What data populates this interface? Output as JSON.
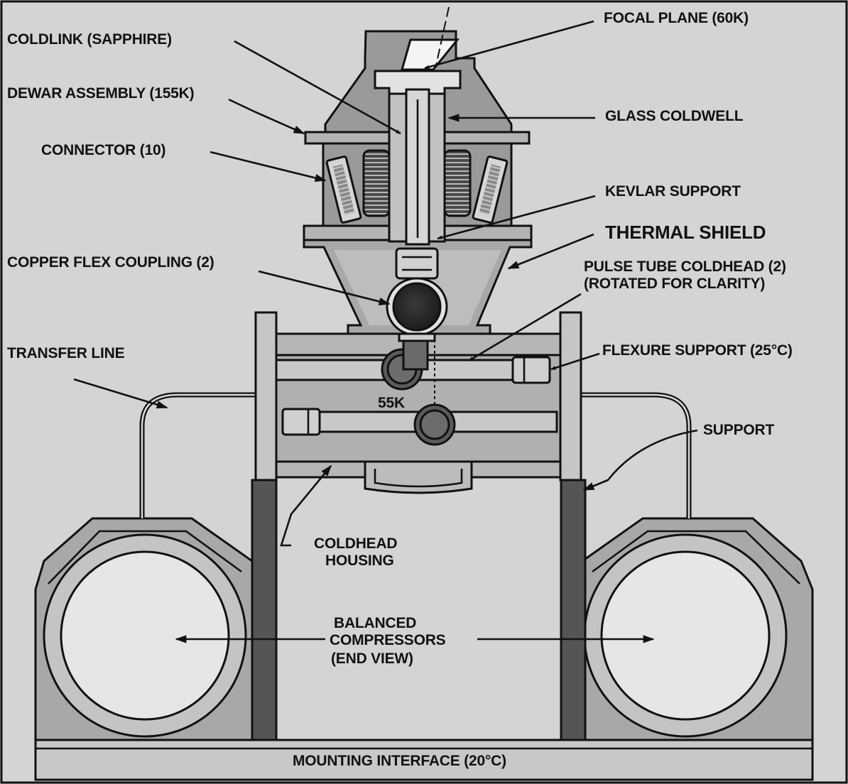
{
  "colors": {
    "background": "#d4d4d4",
    "outline": "#111111",
    "light_metal": "#cfcfcf",
    "mid_metal": "#9c9c9c",
    "dark_metal": "#545454",
    "body_fill": "#b4b4b4",
    "focal_plane": "#f4f4f4"
  },
  "labels": {
    "focal_plane": "FOCAL PLANE (60K)",
    "coldlink": "COLDLINK (SAPPHIRE)",
    "dewar_assembly": "DEWAR ASSEMBLY (155K)",
    "glass_coldwell": "GLASS COLDWELL",
    "connector": "CONNECTOR (10)",
    "kevlar_support": "KEVLAR  SUPPORT",
    "thermal_shield": "THERMAL SHIELD",
    "copper_flex_coupling": "COPPER FLEX COUPLING (2)",
    "pulse_tube_coldhead_1": "PULSE TUBE COLDHEAD (2)",
    "pulse_tube_coldhead_2": "(ROTATED FOR CLARITY)",
    "transfer_line": "TRANSFER LINE",
    "flexure_support": "FLEXURE SUPPORT (25°C)",
    "temp_55k": "55K",
    "support": "SUPPORT",
    "coldhead_housing_1": "COLDHEAD",
    "coldhead_housing_2": "HOUSING",
    "balanced_compressors_1": "BALANCED",
    "balanced_compressors_2": "COMPRESSORS",
    "balanced_compressors_3": "(END VIEW)",
    "mounting_interface": "MOUNTING INTERFACE (20°C)"
  }
}
